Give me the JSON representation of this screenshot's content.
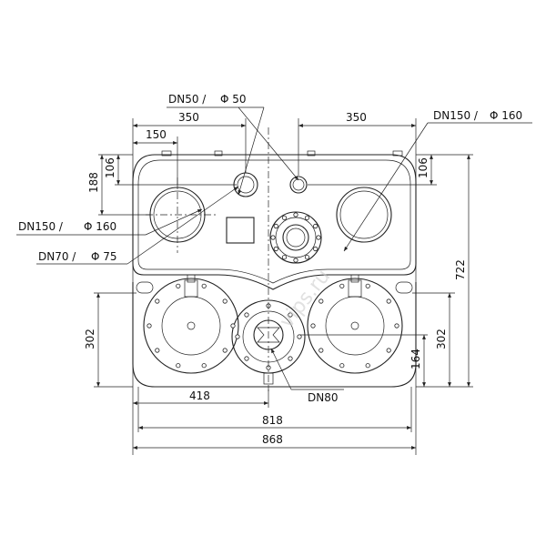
{
  "labels": {
    "dn50": "DN50 /",
    "phi50": "Φ 50",
    "dn150_top": "DN150 /",
    "phi160_top": "Φ 160",
    "dn150_left": "DN150 /",
    "phi160_left": "Φ 160",
    "dn70": "DN70 /",
    "phi75": "Φ 75",
    "dn80": "DN80"
  },
  "dimensions": {
    "w350_left": "350",
    "w350_right": "350",
    "w150": "150",
    "h188": "188",
    "h106_left": "106",
    "h106_right": "106",
    "h722": "722",
    "h302_left": "302",
    "h302_right": "302",
    "h164": "164",
    "w418": "418",
    "w818": "818",
    "w868": "868"
  },
  "watermark": "vips.ru"
}
